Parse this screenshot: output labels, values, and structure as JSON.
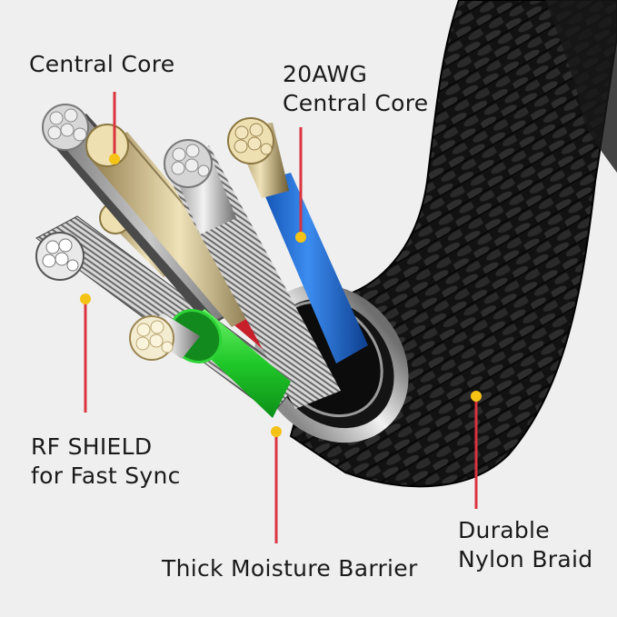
{
  "image": {
    "subject": "Braided charging cable cross-section infographic",
    "background_color": "#efefef"
  },
  "colors": {
    "leader_line": "#d9343f",
    "marker_dot": "#f5c216",
    "braid": "#1a1a1a",
    "wire_blue": "#1f6fd6",
    "wire_green": "#22c832",
    "wire_red": "#c8202a",
    "wire_silver": "#c9c9c9",
    "wire_copper": "#e6d3a3",
    "barrier_ring": "#b8b8b8"
  },
  "callouts": [
    {
      "id": "central-core",
      "lines": [
        "Central Core"
      ]
    },
    {
      "id": "awg-central-core",
      "lines": [
        "20AWG",
        "Central Core"
      ]
    },
    {
      "id": "rf-shield",
      "lines": [
        "RF SHIELD",
        "for Fast Sync"
      ]
    },
    {
      "id": "moisture-barrier",
      "lines": [
        "Thick Moisture Barrier"
      ]
    },
    {
      "id": "nylon-braid",
      "lines": [
        "Durable",
        "Nylon Braid"
      ]
    }
  ]
}
